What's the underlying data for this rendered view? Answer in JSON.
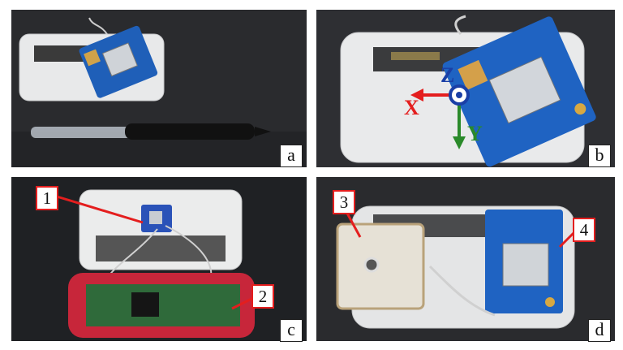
{
  "panels": {
    "a": {
      "label": "a"
    },
    "b": {
      "label": "b"
    },
    "c": {
      "label": "c"
    },
    "d": {
      "label": "d"
    }
  },
  "axes": {
    "x": "X",
    "y": "Y",
    "z": "Z"
  },
  "callouts": {
    "one": "1",
    "two": "2",
    "three": "3",
    "four": "4"
  },
  "colors": {
    "callout": "#e41e1e",
    "x_axis": "#e41e1e",
    "y_axis": "#2a8a2a",
    "z_axis": "#1a3fa6"
  }
}
